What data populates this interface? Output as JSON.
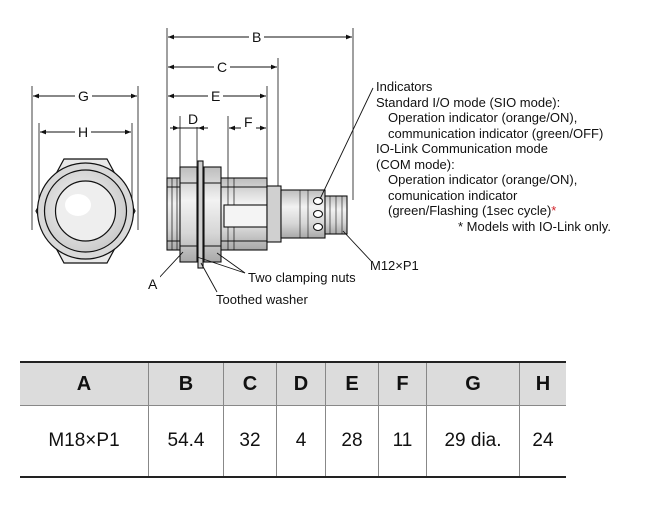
{
  "dimension_labels": {
    "B": "B",
    "C": "C",
    "E": "E",
    "D": "D",
    "F": "F",
    "G": "G",
    "H": "H",
    "A": "A"
  },
  "notes": {
    "indicators": "Indicators",
    "sio_title": "Standard I/O mode (SIO mode):",
    "sio_line1": "Operation indicator (orange/ON),",
    "sio_line2": "communication indicator (green/OFF)",
    "iol_title": "IO-Link Communication mode",
    "com_title": "(COM mode):",
    "com_line1": "Operation indicator (orange/ON),",
    "com_line2": "comunication indicator",
    "com_line3": "(green/Flashing (1sec cycle)",
    "com_asterisk": "*",
    "footnote": "* Models with IO-Link only."
  },
  "callouts": {
    "thread": "M12×P1",
    "nuts": "Two clamping nuts",
    "washer": "Toothed washer"
  },
  "table": {
    "headers": [
      "A",
      "B",
      "C",
      "D",
      "E",
      "F",
      "G",
      "H"
    ],
    "row": [
      "M18×P1",
      "54.4",
      "32",
      "4",
      "28",
      "11",
      "29 dia.",
      "24"
    ]
  },
  "colors": {
    "line": "#111111",
    "header_bg": "#dcdcdc",
    "body_fill": "#dedede",
    "note_asterisk": "#d2232a"
  }
}
